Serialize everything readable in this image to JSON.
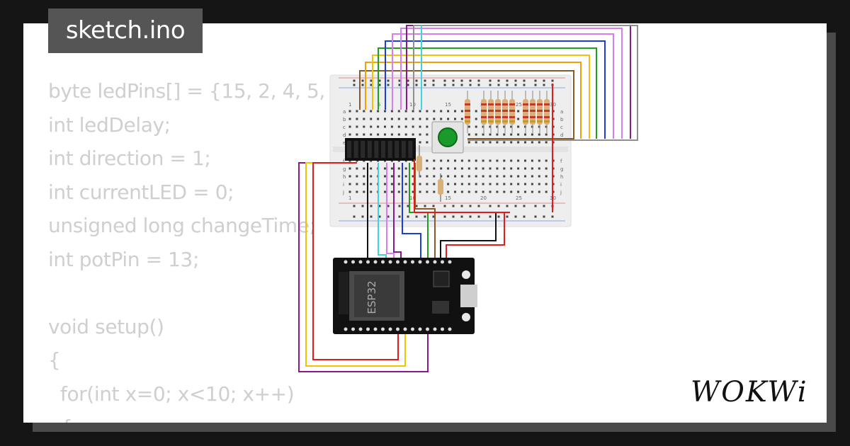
{
  "filename": "sketch.ino",
  "code_lines": [
    "byte ledPins[] = {15, 2, 4, 5,",
    "int ledDelay;",
    "int direction = 1;",
    "int currentLED = 0;",
    "unsigned long changeTime;",
    "int potPin = 13;",
    "",
    "void setup()",
    "{",
    "  for(int x=0; x<10; x++)",
    "  {"
  ],
  "breadboard": {
    "row_letters_top": [
      "a",
      "b",
      "c",
      "d",
      "e"
    ],
    "row_letters_bottom": [
      "f",
      "g",
      "h",
      "i",
      "j"
    ],
    "column_numbers": [
      "1",
      "5",
      "10",
      "15",
      "20",
      "25",
      "30"
    ]
  },
  "board": {
    "chip_label": "ESP32"
  },
  "logo": {
    "text": "WOKWi"
  },
  "colors": {
    "page_background": "#151515",
    "card_background": "#ffffff",
    "code_text": "#cfcfcf",
    "filename_badge": "#555555",
    "wire_red": "#e31b1b",
    "wire_yellow": "#f0c400",
    "wire_purple": "#8a1a8a",
    "wire_green": "#1ea01e",
    "wire_blue": "#1a3fd6",
    "wire_cyan": "#3fd3e0",
    "wire_violet": "#d580f0",
    "wire_brown": "#8b5a2b",
    "wire_orange": "#f2a100",
    "wire_gray": "#909090",
    "button_green": "#1a9a2a"
  }
}
